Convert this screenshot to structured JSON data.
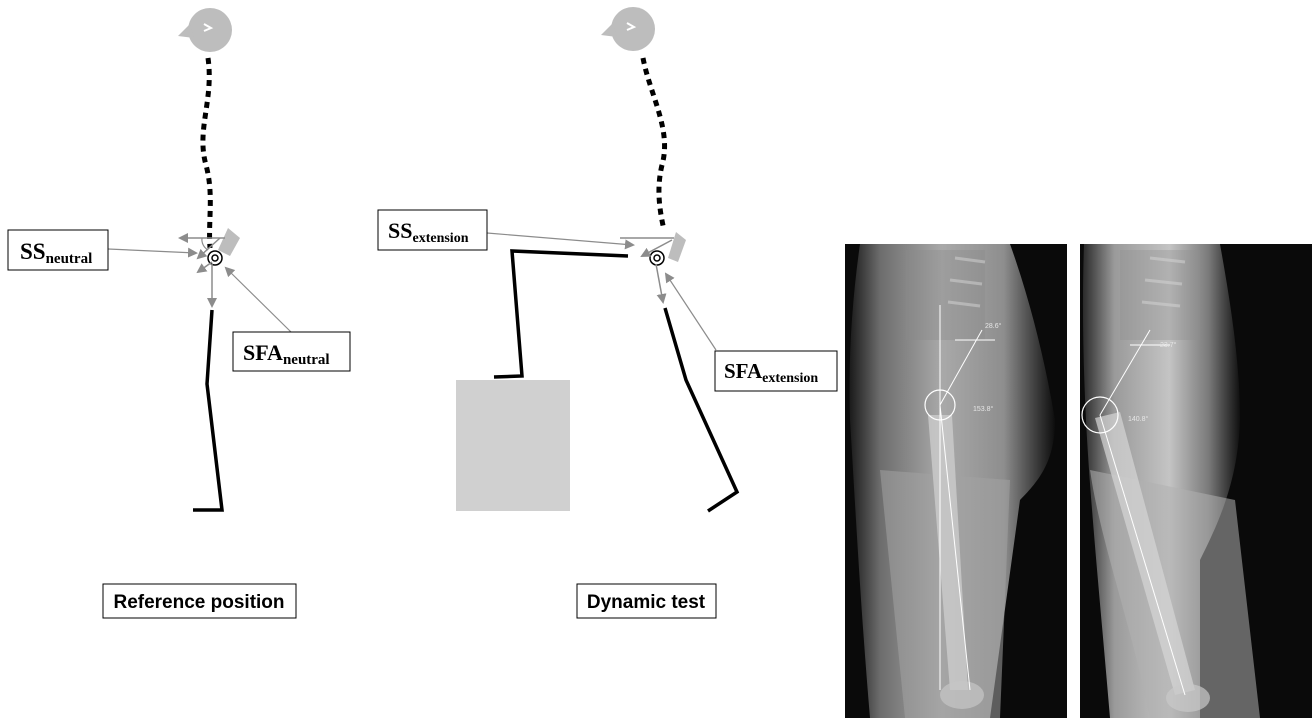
{
  "labels": {
    "ss_neutral": {
      "main": "SS",
      "sub": "neutral"
    },
    "sfa_neutral": {
      "main": "SFA",
      "sub": "neutral"
    },
    "ss_extension": {
      "main": "SS",
      "sub": "extension"
    },
    "sfa_extension": {
      "main": "SFA",
      "sub": "extension"
    }
  },
  "captions": {
    "reference": "Reference position",
    "dynamic": "Dynamic test"
  },
  "xray_left": {
    "ss_angle": "28.6°",
    "sfa_angle": "153.8°"
  },
  "xray_right": {
    "ss_angle": "23.7°",
    "sfa_angle": "140.8°"
  },
  "colors": {
    "gray_shape": "#bdbdbd",
    "arrow": "#8c8c8c",
    "box": "#d0d0d0",
    "line": "#000000"
  }
}
